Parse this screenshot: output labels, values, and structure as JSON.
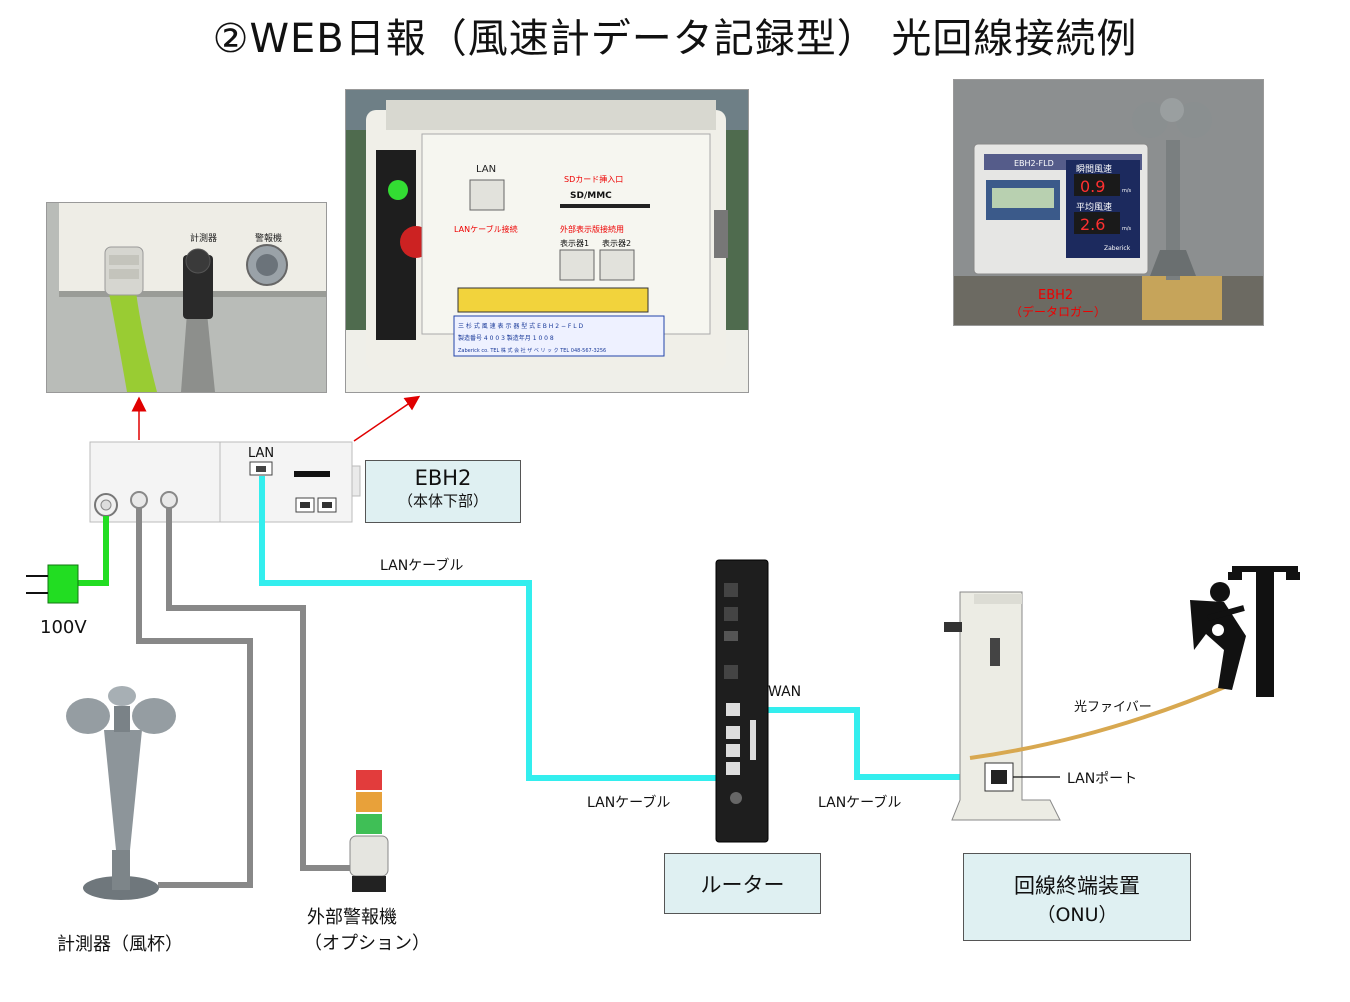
{
  "title": "②WEB日報（風速計データ記録型） 光回線接続例",
  "photos": {
    "connectors": {
      "label_meter": "計測器",
      "label_alarm": "警報機"
    },
    "panel": {
      "lan": "LAN",
      "sd_slot": "SDカード挿入口",
      "sd_mmc": "SD/MMC",
      "lan_cable_conn": "LANケーブル接続",
      "ext_display_conn": "外部表示版接続用",
      "display1": "表示器1",
      "display2": "表示器2",
      "plate_line1": "三 杉 式 風 速 表 示 器   型  式  E B H 2 − F L D",
      "plate_line2": "製造番号 4 0 0 3      製造年月 1 0 0 8",
      "plate_line3": "Zaberick co. TEL 株 式 会 社 ザ ベ リ ッ ク  TEL 048-567-3256"
    },
    "logger": {
      "model": "EBH2-FLD",
      "instant_wind": "瞬間風速",
      "avg_wind": "平均風速",
      "instant_value": "0.9",
      "avg_value": "2.6",
      "unit": "m/s",
      "brand": "Zaberick",
      "caption1": "EBH2",
      "caption2": "（データロガー）"
    }
  },
  "device": {
    "lan": "LAN"
  },
  "ebh2_box": {
    "line1": "EBH2",
    "line2": "（本体下部）"
  },
  "router_box": {
    "label": "ルーター"
  },
  "onu_box": {
    "line1": "回線終端装置",
    "line2": "（ONU）"
  },
  "labels": {
    "power": "100V",
    "meter": "計測器（風杯）",
    "alarm1": "外部警報機",
    "alarm2": "（オプション）",
    "lan_cable_top": "LANケーブル",
    "lan_cable_bottom1": "LANケーブル",
    "lan_cable_bottom2": "LANケーブル",
    "wan": "WAN",
    "lan_port": "LANポート",
    "fiber": "光ファイバー"
  },
  "colors": {
    "lan_cable": "#33eeee",
    "power_cable": "#22dd22",
    "signal_cable": "#888888",
    "fiber": "#d8a850",
    "arrow": "#e00000",
    "box_fill": "#dff0f2"
  }
}
